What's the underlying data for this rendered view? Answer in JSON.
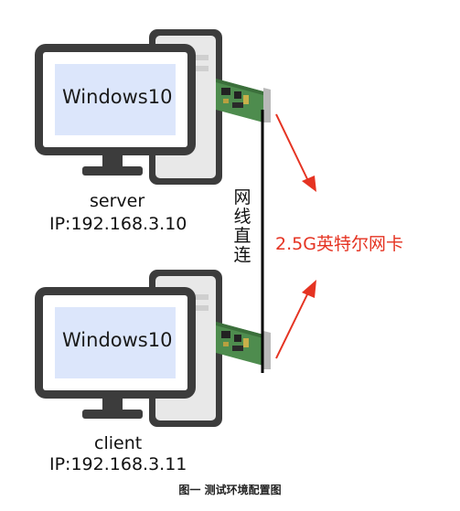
{
  "server": {
    "screen_text": "Windows10",
    "name": "server",
    "ip": "IP:192.168.3.10"
  },
  "client": {
    "screen_text": "Windows10",
    "name": "client",
    "ip": "IP:192.168.3.11"
  },
  "cable_label": [
    "网",
    "线",
    "直",
    "连"
  ],
  "nic_label": "2.5G英特尔网卡",
  "caption": "图一 测试环境配置图",
  "colors": {
    "monitor_frame": "#4a4a4a",
    "tower": "#e8e8e8",
    "screen": "#dce6fb",
    "nic_board": "#4e8c4e",
    "arrow": "#e53322",
    "nic_label": "#e53322"
  }
}
